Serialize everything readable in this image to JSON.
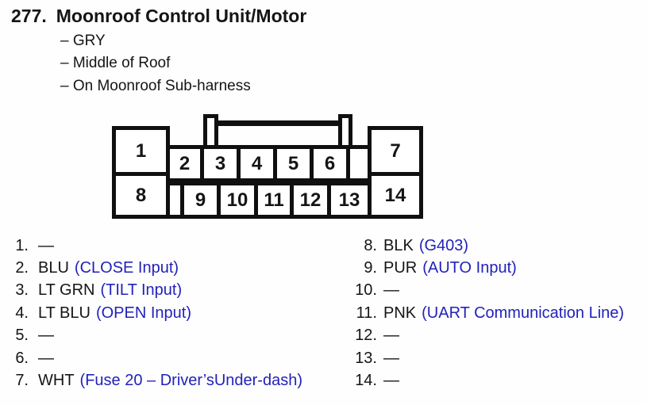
{
  "header": {
    "number": "277.",
    "title": "Moonroof Control Unit/Motor",
    "details": [
      "– GRY",
      "– Middle of Roof",
      "– On Moonroof Sub-harness"
    ]
  },
  "connector": {
    "left_top": "1",
    "left_bottom": "8",
    "right_top": "7",
    "right_bottom": "14",
    "top_row": [
      "2",
      "3",
      "4",
      "5",
      "6"
    ],
    "bottom_row": [
      "9",
      "10",
      "11",
      "12",
      "13"
    ]
  },
  "pins": {
    "left": [
      {
        "num": "1.",
        "wire": "—",
        "note": ""
      },
      {
        "num": "2.",
        "wire": "BLU",
        "note": "(CLOSE Input)"
      },
      {
        "num": "3.",
        "wire": "LT GRN",
        "note": "(TILT Input)"
      },
      {
        "num": "4.",
        "wire": "LT BLU",
        "note": "(OPEN Input)"
      },
      {
        "num": "5.",
        "wire": "—",
        "note": ""
      },
      {
        "num": "6.",
        "wire": "—",
        "note": ""
      },
      {
        "num": "7.",
        "wire": "WHT",
        "note": "(Fuse 20 – Driver’sUnder-dash)"
      }
    ],
    "right": [
      {
        "num": "8.",
        "wire": "BLK",
        "note": "(G403)"
      },
      {
        "num": "9.",
        "wire": "PUR",
        "note": "(AUTO Input)"
      },
      {
        "num": "10.",
        "wire": "—",
        "note": ""
      },
      {
        "num": "11.",
        "wire": "PNK",
        "note": "(UART Communication Line)"
      },
      {
        "num": "12.",
        "wire": "—",
        "note": ""
      },
      {
        "num": "13.",
        "wire": "—",
        "note": ""
      },
      {
        "num": "14.",
        "wire": "—",
        "note": ""
      }
    ]
  },
  "colors": {
    "note_blue": "#2222bb",
    "ink": "#151515",
    "line_black": "#101010",
    "background": "#fefefe"
  }
}
